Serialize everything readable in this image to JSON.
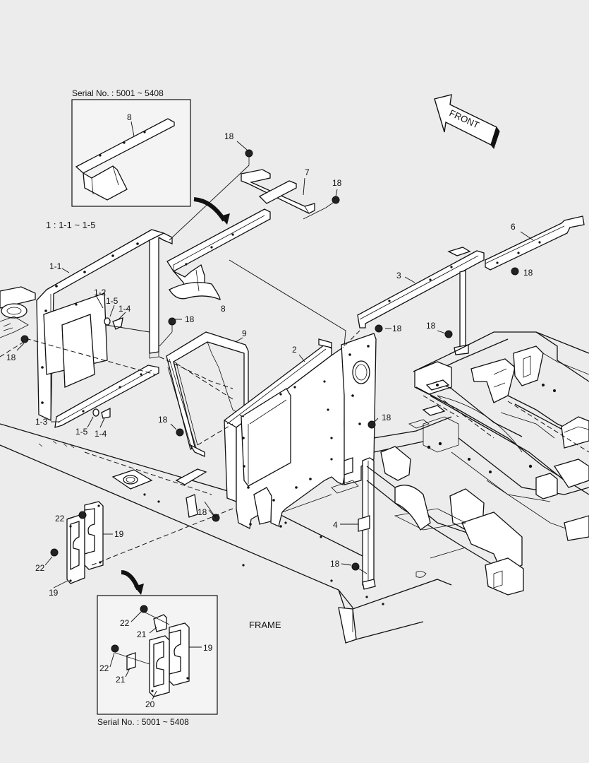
{
  "serial_top": "Serial No. : 5001 ~ 5408",
  "serial_bottom": "Serial No. : 5001 ~ 5408",
  "group_note": "1 : 1-1 ~ 1-5",
  "front_label": "FRONT",
  "frame_label": "FRAME",
  "callouts": {
    "c8a": "8",
    "c8b": "8",
    "c18a": "18",
    "c7": "7",
    "c18b": "18",
    "c6": "6",
    "c11": "1-1",
    "c12": "1-2",
    "c15a": "1-5",
    "c14a": "1-4",
    "c18c": "18",
    "c18d": "18",
    "c3": "3",
    "c18e": "18",
    "c18f": "18",
    "c9": "9",
    "c2": "2",
    "c13": "1-3",
    "c15b": "1-5",
    "c14b": "1-4",
    "c18g": "18",
    "c18h": "18",
    "c18i": "18",
    "c4": "4",
    "c18j": "18",
    "c22a": "22",
    "c19a": "19",
    "c22b": "22",
    "c19b": "19",
    "c22c": "22",
    "c21a": "21",
    "c19c": "19",
    "c22d": "22",
    "c21b": "21",
    "c20": "20"
  }
}
